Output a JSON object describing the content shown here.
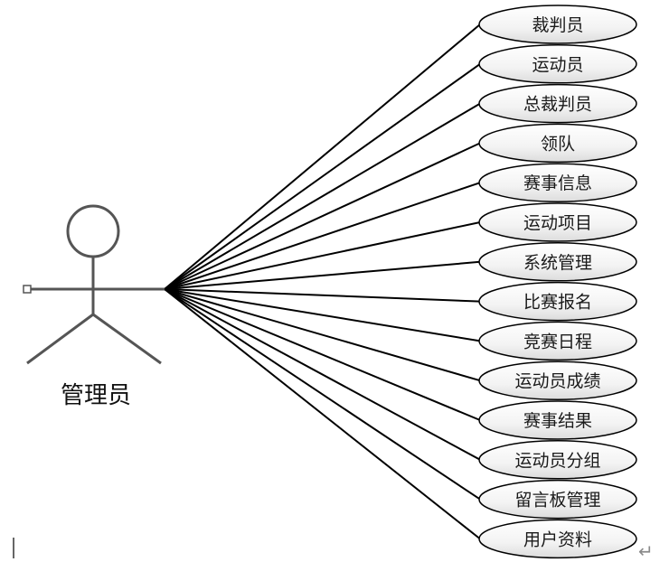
{
  "diagram": {
    "actor": {
      "label": "管理员",
      "icon": "stick-figure-icon"
    },
    "use_cases": [
      "裁判员",
      "运动员",
      "总裁判员",
      "领队",
      "赛事信息",
      "运动项目",
      "系统管理",
      "比赛报名",
      "竞赛日程",
      "运动员成绩",
      "赛事结果",
      "运动员分组",
      "留言板管理",
      "用户资料"
    ],
    "return_mark": "↵",
    "colors": {
      "line": "#000000",
      "actor_stroke": "#555555",
      "ellipse_fill_top": "#ffffff",
      "ellipse_fill_bottom": "#e4e4e4"
    }
  }
}
